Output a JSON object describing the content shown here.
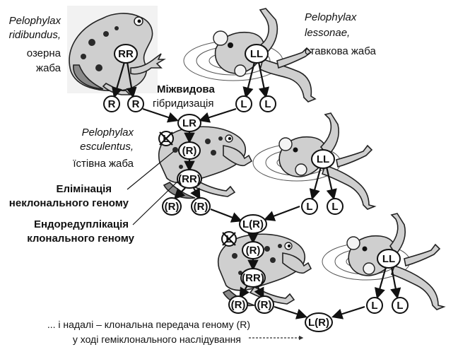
{
  "species": {
    "ridibundus": {
      "genus": "Pelophylax",
      "epithet": "ridibundus,",
      "common_line1": "озерна",
      "common_line2": "жаба"
    },
    "lessonae": {
      "genus": "Pelophylax",
      "epithet": "lessonae,",
      "common": "ставкова жаба"
    },
    "esculentus": {
      "genus": "Pelophylax",
      "epithet": "esculentus,",
      "common": "їстівна жаба"
    }
  },
  "labels": {
    "hybridization_line1": "Міжвидова",
    "hybridization_line2": "гібридизація",
    "elimination_line1": "Елімінація",
    "elimination_line2": "неклонального геному",
    "endoreduplication_line1": "Ендоредуплікація",
    "endoreduplication_line2": "клонального геному",
    "note_line1": "... і надалі – клональна передача геному (R)",
    "note_line2": "у ході геміклонального наслідування"
  },
  "genomes": {
    "RR": "RR",
    "LL": "LL",
    "R": "R",
    "L": "L",
    "LR": "LR",
    "X": "X",
    "Rc": "(R)",
    "RRc": "(RR)",
    "LRc": "L(R)"
  }
}
